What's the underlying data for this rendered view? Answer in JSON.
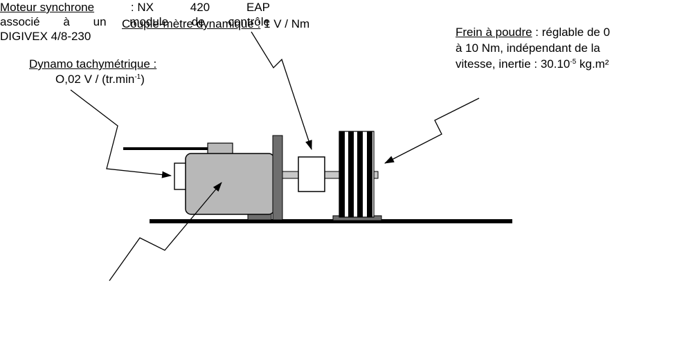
{
  "labels": {
    "couple_title": "Couple-mètre dynamique :",
    "couple_value": " 1 V / Nm",
    "dynamo_title": "Dynamo tachymétrique :",
    "dynamo_value_main": "O,02 V / (tr.min",
    "dynamo_value_sup": "-1",
    "dynamo_value_end": ")",
    "frein_title": "Frein à poudre",
    "frein_line1_rest": " : réglable de 0",
    "frein_line2": "à 10 Nm, indépendant de la",
    "frein_line3_main": "vitesse, inertie : 30.10",
    "frein_line3_sup": "-5",
    "frein_line3_end": " kg.m²",
    "moteur_title": "Moteur synchrone",
    "moteur_row1_words": [
      ": NX",
      "420",
      "EAP"
    ],
    "moteur_row2_words": [
      "associé",
      "à",
      "un",
      "module",
      "de",
      "contrôle"
    ],
    "moteur_row3": "DIGIVEX 4/8-230"
  },
  "colors": {
    "motor_fill": "#b8b8b8",
    "dark_parts": "#6e6e6e",
    "line": "#000000"
  }
}
